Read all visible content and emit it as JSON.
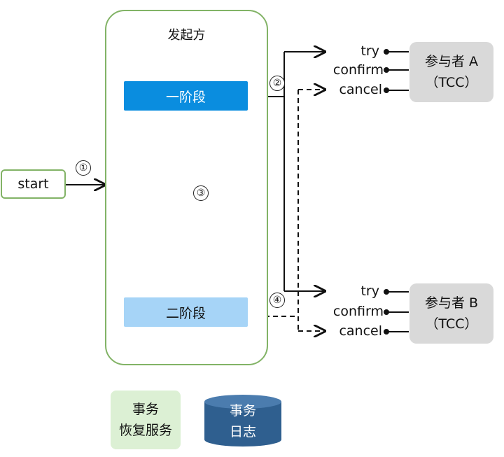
{
  "initiator": {
    "title": "发起方"
  },
  "phases": {
    "phase1": "一阶段",
    "phase2": "二阶段"
  },
  "start": {
    "label": "start"
  },
  "steps": {
    "s1": "①",
    "s2": "②",
    "s3": "③",
    "s4": "④"
  },
  "participant_a": {
    "name": "参与者 A",
    "type": "（TCC）",
    "ops": {
      "try": "try",
      "confirm": "confirm",
      "cancel": "cancel"
    }
  },
  "participant_b": {
    "name": "参与者 B",
    "type": "（TCC）",
    "ops": {
      "try": "try",
      "confirm": "confirm",
      "cancel": "cancel"
    }
  },
  "recovery": {
    "line1": "事务",
    "line2": "恢复服务"
  },
  "log": {
    "line1": "事务",
    "line2": "日志"
  },
  "colors": {
    "green": "#82b366",
    "phase1": "#0a8ddf",
    "phase2": "#a6d4f7",
    "participant": "#d9d9d9",
    "log_db": "#2f5f8f"
  }
}
